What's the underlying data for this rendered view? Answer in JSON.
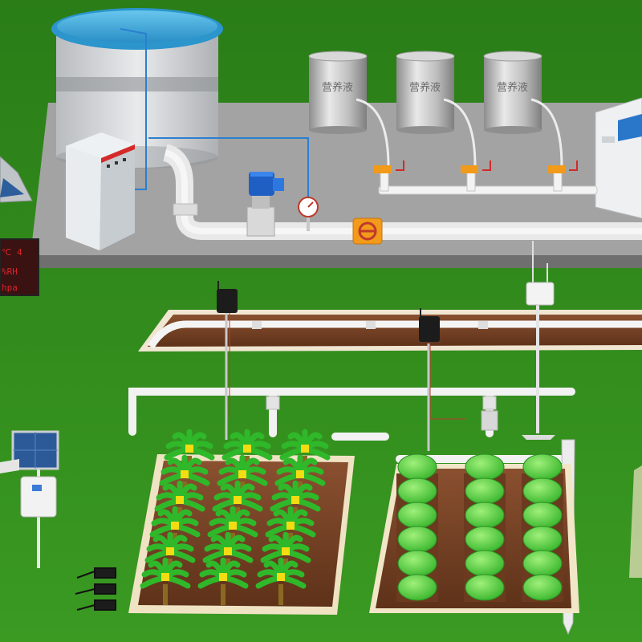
{
  "nutrient_tanks": [
    {
      "label": "营养液"
    },
    {
      "label": "营养液"
    },
    {
      "label": "营养液"
    }
  ],
  "led_display": {
    "lines": [
      "℃ 4",
      "%RH",
      "hpa"
    ]
  },
  "colors": {
    "grass": "#2f8a1c",
    "platform": "#9b9b9b",
    "water": "#3aa6d8",
    "pipe": "#f2f2f2",
    "soil": "#7a4424",
    "valve": "#f29a1a",
    "pump": "#1f5fc4",
    "leaf": "#2fb82a",
    "fruit": "#f4dc12"
  },
  "icons": [
    "solar-panel-icon",
    "weather-station-icon",
    "soil-sensor-icon",
    "pump-icon",
    "pressure-gauge-icon"
  ]
}
